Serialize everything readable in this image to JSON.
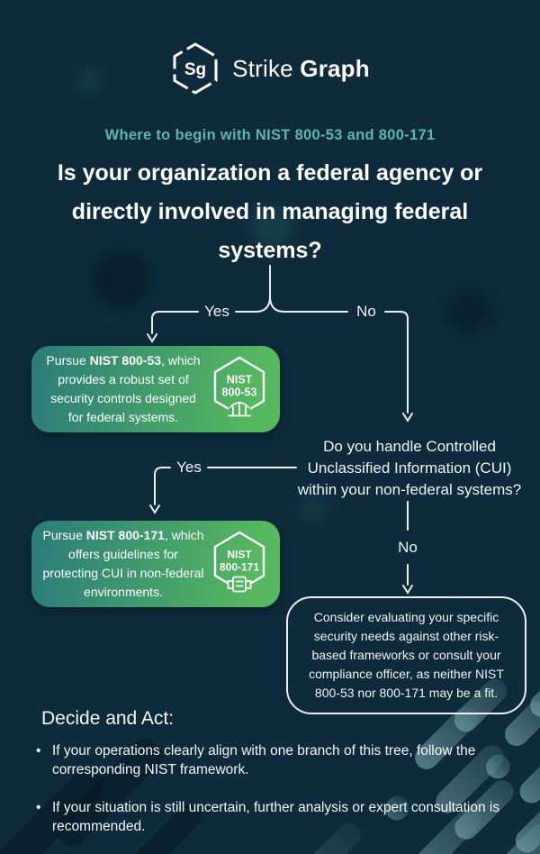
{
  "logo": {
    "monogram": "Sg",
    "brand_regular": "Strike",
    "brand_bold": "Graph"
  },
  "header": {
    "eyebrow": "Where to begin with NIST 800-53 and 800-171",
    "question": "Is your organization a federal agency or directly involved in managing federal systems?"
  },
  "tree": {
    "branch1": {
      "yes_label": "Yes",
      "no_label": "No"
    },
    "box_800_53": {
      "prefix": "Pursue ",
      "bold": "NIST 800-53",
      "suffix": ", which provides a robust set of security controls designed for federal systems.",
      "badge_line1": "NIST",
      "badge_line2": "800-53"
    },
    "question2": "Do you handle Controlled Unclassified Information (CUI) within your non-federal systems?",
    "branch2": {
      "yes_label": "Yes",
      "no_label": "No"
    },
    "box_800_171": {
      "prefix": "Pursue ",
      "bold": "NIST 800-171",
      "suffix": ", which offers guidelines for protecting CUI in non-federal environments.",
      "badge_line1": "NIST",
      "badge_line2": "800-171"
    },
    "fallback": "Consider evaluating your specific security needs against other risk-based frameworks or consult your compliance officer, as neither NIST 800-53 nor 800-171 may be a fit."
  },
  "footer": {
    "heading": "Decide and Act:",
    "bullets": [
      "If your operations clearly align with one branch of this tree, follow the corresponding NIST framework.",
      "If your situation is still uncertain, further analysis or expert consultation is recommended."
    ]
  },
  "colors": {
    "background": "#0d2b3b",
    "accent_teal": "#5db5b1",
    "box_gradient_start": "#2a7c7a",
    "box_gradient_end": "#56b85f",
    "line": "#e9eef1"
  }
}
